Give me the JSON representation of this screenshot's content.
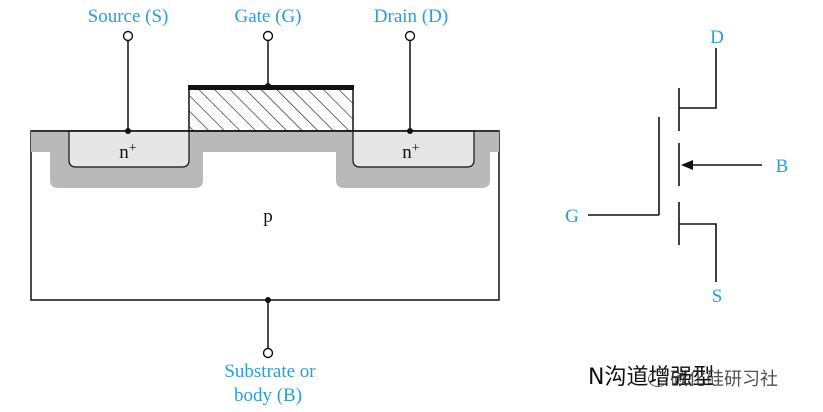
{
  "colors": {
    "label": "#2a9fd6",
    "line": "#111111",
    "oxide_fill": "#b9b9b9",
    "implant_fill": "#e6e6e6",
    "gate_hatch": "#111111"
  },
  "cross_section": {
    "terminals": {
      "source": "Source (S)",
      "gate": "Gate (G)",
      "drain": "Drain (D)",
      "substrate_line1": "Substrate or",
      "substrate_line2": "body (B)"
    },
    "regions": {
      "source_implant": "n+",
      "drain_implant": "n+",
      "substrate": "p"
    }
  },
  "symbol": {
    "drain": "D",
    "gate": "G",
    "body": "B",
    "source": "S"
  },
  "caption": {
    "text": "N沟道增强型"
  },
  "watermark": {
    "icon": "wechat-icon",
    "text": "碳化硅研习社"
  }
}
